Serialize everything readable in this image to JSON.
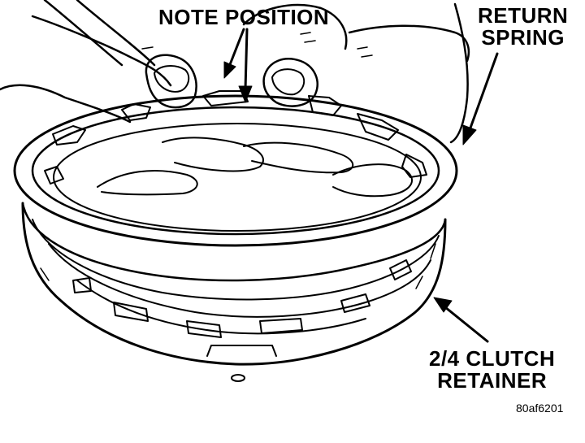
{
  "labels": {
    "note_position": "NOTE POSITION",
    "return_spring_line1": "RETURN",
    "return_spring_line2": "SPRING",
    "clutch_retainer_line1": "2/4 CLUTCH",
    "clutch_retainer_line2": "RETAINER",
    "figure_id": "80af6201"
  },
  "colors": {
    "ink": "#000000",
    "paper": "#ffffff"
  }
}
